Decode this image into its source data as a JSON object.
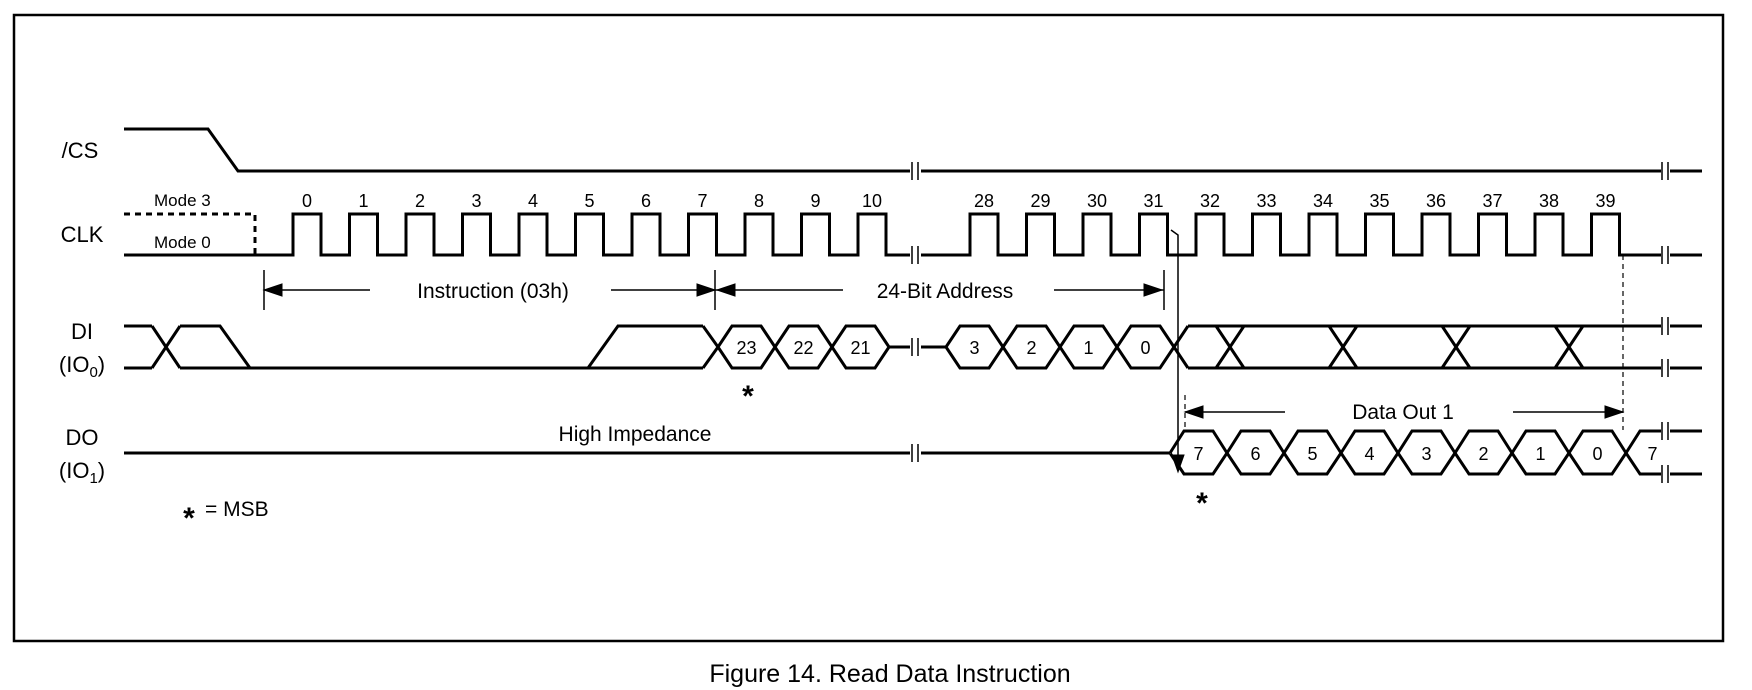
{
  "caption": "Figure 14. Read Data Instruction",
  "signals": {
    "cs": "/CS",
    "clk": "CLK",
    "di": "DI",
    "di_sub": "(IO",
    "di_sub_index": "0",
    "do": "DO",
    "do_sub": "(IO",
    "do_sub_index": "1",
    "paren_close": ")"
  },
  "modes": {
    "mode3": "Mode 3",
    "mode0": "Mode 0"
  },
  "clock_cycles": {
    "first": [
      "0",
      "1",
      "2",
      "3",
      "4",
      "5",
      "6",
      "7",
      "8",
      "9",
      "10"
    ],
    "second": [
      "28",
      "29",
      "30",
      "31",
      "32",
      "33",
      "34",
      "35",
      "36",
      "37",
      "38",
      "39"
    ]
  },
  "annotations": {
    "instruction": "Instruction (03h)",
    "address": "24-Bit Address",
    "data_out": "Data Out 1",
    "high_impedance": "High Impedance",
    "msb_star": "*",
    "msb_legend": "= MSB"
  },
  "di_bits": {
    "first": [
      "23",
      "22",
      "21"
    ],
    "second": [
      "3",
      "2",
      "1",
      "0"
    ]
  },
  "do_bits": [
    "7",
    "6",
    "5",
    "4",
    "3",
    "2",
    "1",
    "0",
    "7"
  ]
}
